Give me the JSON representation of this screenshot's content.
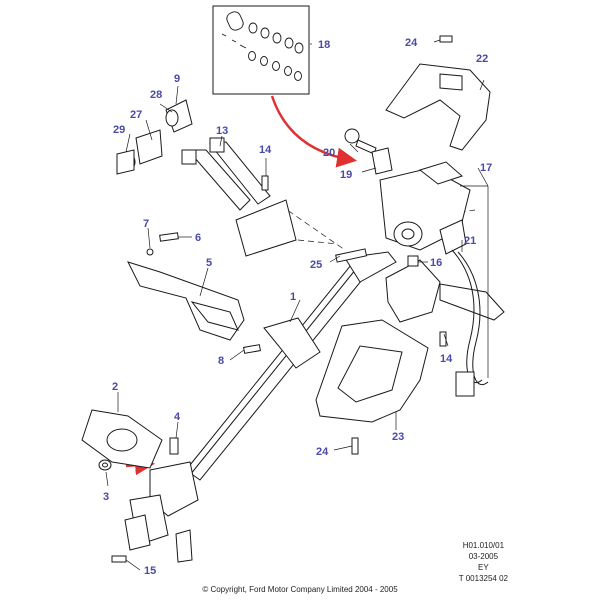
{
  "diagram": {
    "callouts": [
      {
        "id": "c1",
        "label": "1"
      },
      {
        "id": "c2",
        "label": "2"
      },
      {
        "id": "c3",
        "label": "3"
      },
      {
        "id": "c4",
        "label": "4"
      },
      {
        "id": "c5",
        "label": "5"
      },
      {
        "id": "c6",
        "label": "6"
      },
      {
        "id": "c7",
        "label": "7"
      },
      {
        "id": "c8",
        "label": "8"
      },
      {
        "id": "c9",
        "label": "9"
      },
      {
        "id": "c13",
        "label": "13"
      },
      {
        "id": "c14a",
        "label": "14"
      },
      {
        "id": "c14b",
        "label": "14"
      },
      {
        "id": "c15",
        "label": "15"
      },
      {
        "id": "c16",
        "label": "16"
      },
      {
        "id": "c17",
        "label": "17"
      },
      {
        "id": "c18",
        "label": "18"
      },
      {
        "id": "c19",
        "label": "19"
      },
      {
        "id": "c20",
        "label": "20"
      },
      {
        "id": "c21",
        "label": "21"
      },
      {
        "id": "c22",
        "label": "22"
      },
      {
        "id": "c23",
        "label": "23"
      },
      {
        "id": "c24a",
        "label": "24"
      },
      {
        "id": "c24b",
        "label": "24"
      },
      {
        "id": "c25",
        "label": "25"
      },
      {
        "id": "c27",
        "label": "27"
      },
      {
        "id": "c28",
        "label": "28"
      },
      {
        "id": "c29",
        "label": "29"
      }
    ],
    "colors": {
      "callout_text": "#4a4aa8",
      "line": "#1a1a1a",
      "accent_arrow": "#e03030"
    }
  },
  "reference": {
    "line1": "H01.010/01",
    "line2": "03-2005",
    "line3": "EY",
    "line4": "T 0013254 02"
  },
  "footer": {
    "copyright": "© Copyright, Ford Motor Company Limited 2004 - 2005"
  }
}
